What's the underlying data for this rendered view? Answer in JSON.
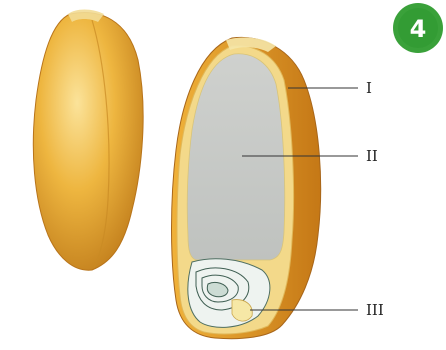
{
  "badge": {
    "number": "4",
    "color": "#3aa13a"
  },
  "labels": {
    "I": "I",
    "II": "II",
    "III": "III"
  },
  "colors": {
    "kernel": "#e0a02a",
    "kernel_light": "#f6d070",
    "kernel_dark": "#b86e12",
    "endosperm": "#c9cbc8",
    "aleurone": "#f4d98a",
    "embryo": "#eef3f0"
  }
}
